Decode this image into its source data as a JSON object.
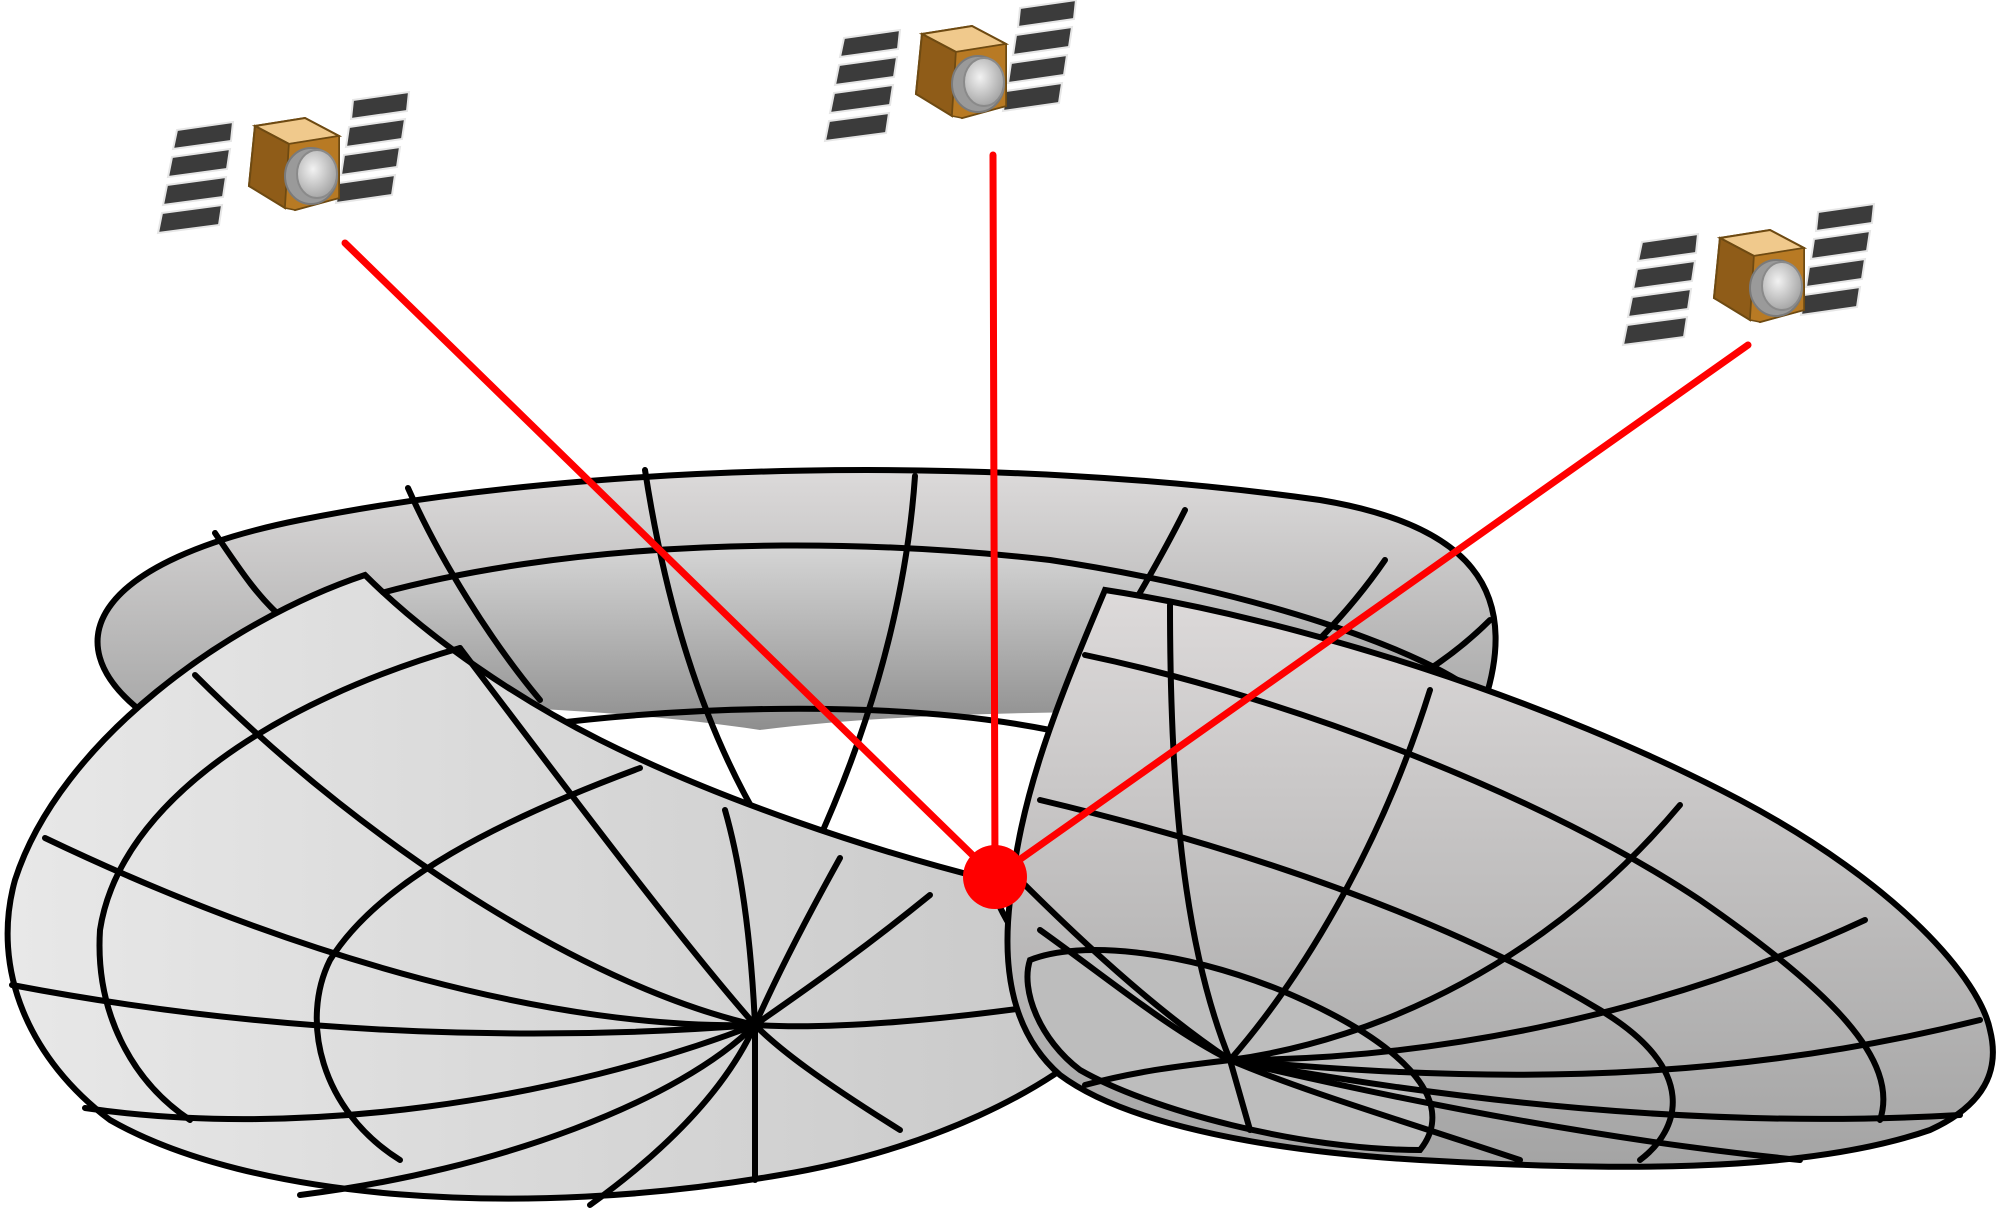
{
  "figure": {
    "caption": ""
  },
  "colors": {
    "ray": "#ff0000",
    "receiver": "#ff0000",
    "surface_fill_light": "#e6e6e6",
    "surface_fill_dark": "#9a9a9a",
    "surface_stroke": "#000000",
    "satellite_body": "#b87a24",
    "satellite_top": "#f0c98c",
    "satellite_shadow": "#6e4a12",
    "solar_panel": "#3b3b3b",
    "antenna": "#c9c9c9"
  },
  "satellites": [
    {
      "name": "satellite-left",
      "icon": "satellite-icon"
    },
    {
      "name": "satellite-center",
      "icon": "satellite-icon"
    },
    {
      "name": "satellite-right",
      "icon": "satellite-icon"
    }
  ],
  "receiver": {
    "icon": "receiver-point",
    "signal_count": 3
  }
}
